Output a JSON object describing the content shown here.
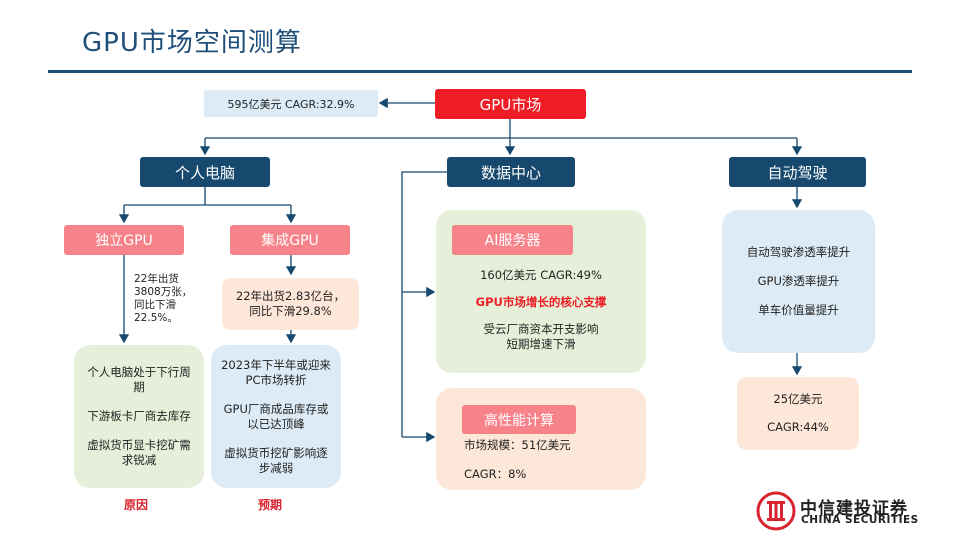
{
  "header": {
    "title": "GPU市场空间测算"
  },
  "root": {
    "label": "GPU市场",
    "stat": "595亿美元 CAGR:32.9%"
  },
  "branches": {
    "pc": {
      "label": "个人电脑"
    },
    "dc": {
      "label": "数据中心"
    },
    "auto": {
      "label": "自动驾驶"
    }
  },
  "pc": {
    "discrete": {
      "label": "独立GPU",
      "stat": [
        "22年出货",
        "3808万张，",
        "同比下滑",
        "22.5%。"
      ],
      "reasons": [
        "个人电脑处于下行周期",
        "下游板卡厂商去库存",
        "虚拟货币显卡挖矿需求锐减"
      ],
      "caption": "原因"
    },
    "integrated": {
      "label": "集成GPU",
      "stat": [
        "22年出货2.83亿台，",
        "同比下滑29.8%"
      ],
      "outlook": [
        "2023年下半年或迎来PC市场转折",
        "GPU厂商成品库存或以已达顶峰",
        "虚拟货币挖矿影响逐步减弱"
      ],
      "caption": "预期"
    }
  },
  "dc": {
    "ai_server": {
      "label": "AI服务器",
      "line1": "160亿美元 CAGR:49%",
      "line2": "GPU市场增长的核心支撑",
      "line3a": "受云厂商资本开支影响",
      "line3b": "短期增速下滑"
    },
    "hpc": {
      "label": "高性能计算",
      "line1": "市场规模：51亿美元",
      "line2": "CAGR：8%"
    }
  },
  "auto": {
    "drivers": [
      "自动驾驶渗透率提升",
      "GPU渗透率提升",
      "单车价值量提升"
    ],
    "size": "25亿美元",
    "cagr": "CAGR:44%"
  },
  "logo": {
    "cn": "中信建投证券",
    "en": "CHINA SECURITIES"
  }
}
